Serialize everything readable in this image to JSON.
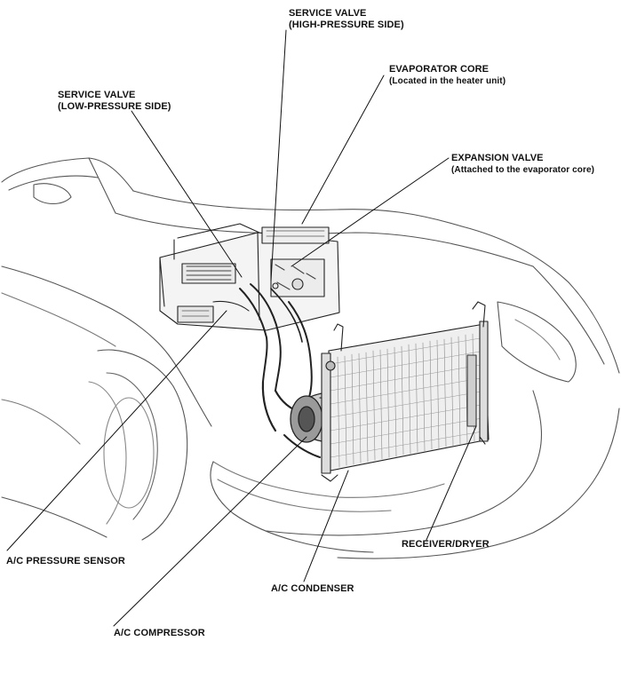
{
  "labels": {
    "service_valve_high": {
      "line1": "SERVICE VALVE",
      "line2": "(HIGH-PRESSURE SIDE)"
    },
    "evaporator_core": {
      "line1": "EVAPORATOR CORE",
      "line2": "(Located in the heater unit)"
    },
    "service_valve_low": {
      "line1": "SERVICE VALVE",
      "line2": "(LOW-PRESSURE SIDE)"
    },
    "expansion_valve": {
      "line1": "EXPANSION VALVE",
      "line2": "(Attached to the evaporator core)"
    },
    "receiver_dryer": "RECEIVER/DRYER",
    "ac_pressure_sensor": "A/C PRESSURE SENSOR",
    "ac_condenser": "A/C CONDENSER",
    "ac_compressor": "A/C COMPRESSOR"
  }
}
